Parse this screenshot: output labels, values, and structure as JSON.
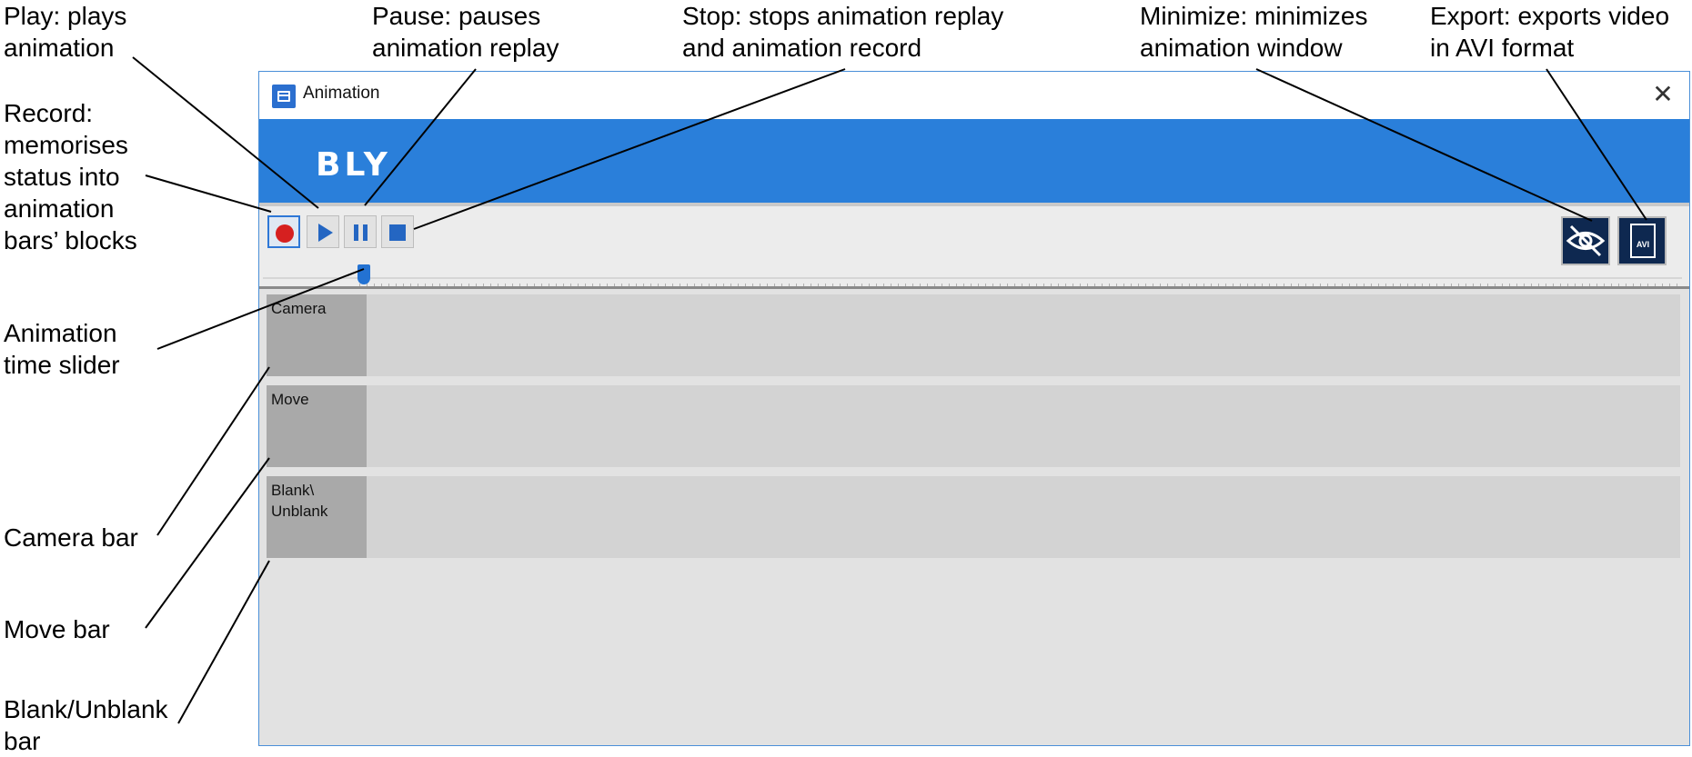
{
  "annotations": {
    "play": "Play: plays\nanimation",
    "pause": "Pause: pauses\nanimation replay",
    "stop": "Stop: stops animation replay\nand animation record",
    "minimize": "Minimize: minimizes\nanimation window",
    "export": "Export: exports video\nin AVI format",
    "record": "Record:\nmemorises\nstatus into\nanimation\nbars’ blocks",
    "slider": "Animation\ntime slider",
    "camera_bar": "Camera bar",
    "move_bar": "Move bar",
    "blank_bar": "Blank/Unblank\nbar"
  },
  "window": {
    "title": "Animation",
    "close_glyph": "✕",
    "logo_text": "BLY",
    "avi_label": "AVI",
    "slider_position": 0.0
  },
  "bars": [
    {
      "label": "Camera"
    },
    {
      "label": "Move"
    },
    {
      "label": "Blank\\\nUnblank"
    }
  ],
  "colors": {
    "banner": "#2a7fda",
    "button_icon": "#2466c2",
    "record_dot": "#d62020",
    "dark_button": "#0e2850"
  },
  "icons": [
    "record-icon",
    "play-icon",
    "pause-icon",
    "stop-icon",
    "eye-slash-icon",
    "avi-file-icon",
    "close-icon"
  ]
}
